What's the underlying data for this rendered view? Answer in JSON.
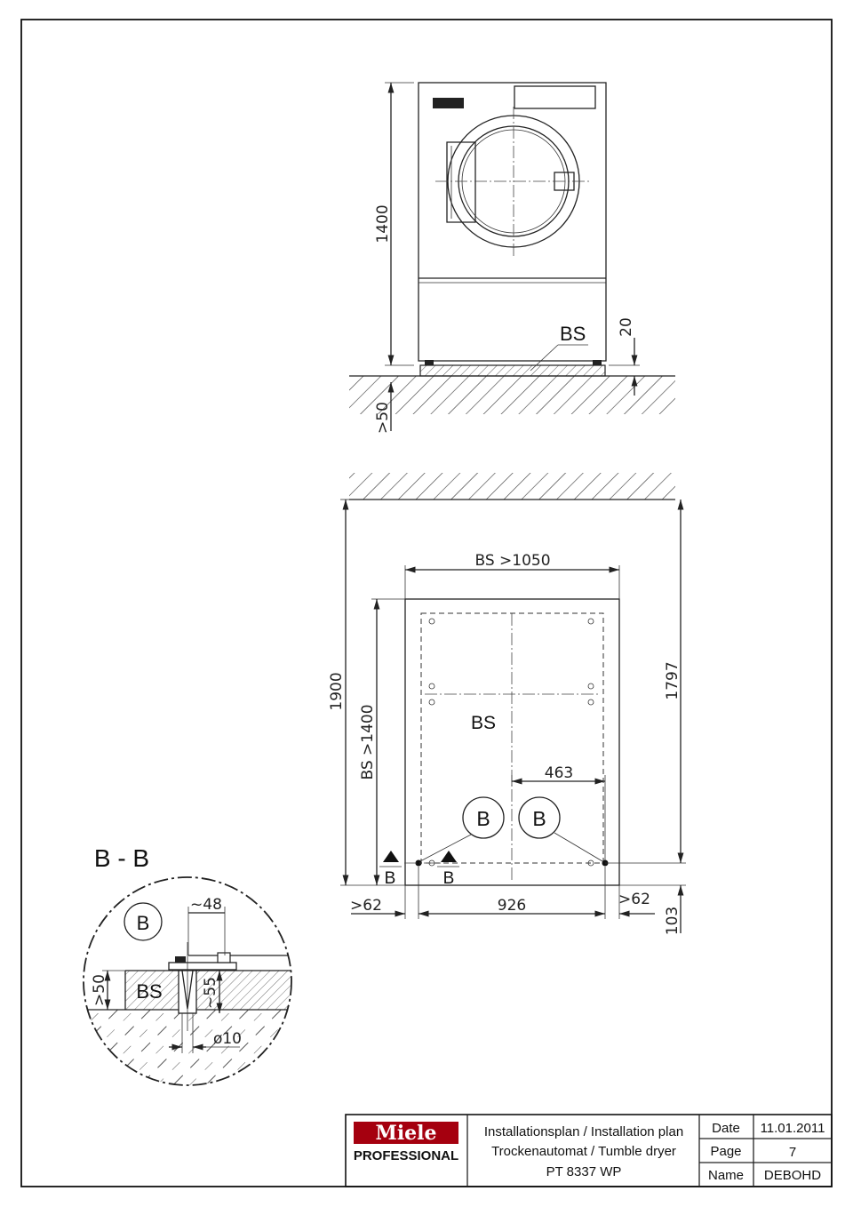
{
  "logo": {
    "brand": "Miele",
    "sub": "PROFESSIONAL"
  },
  "title_block": {
    "line1": "Installationsplan / Installation plan",
    "line2": "Trockenautomat / Tumble dryer",
    "line3": "PT 8337 WP",
    "date_label": "Date",
    "date_value": "11.01.2011",
    "page_label": "Page",
    "page_value": "7",
    "name_label": "Name",
    "name_value": "DEBOHD"
  },
  "front_view": {
    "height_dim": "1400",
    "base_label": "BS",
    "base_height_dim": "20",
    "floor_dim": ">50"
  },
  "plan_view": {
    "overall_depth": "1900",
    "base_depth": "BS >1400",
    "base_width": "BS >1050",
    "base_label": "BS",
    "right_depth": "1797",
    "anchor_spacing": "463",
    "width_dim": "926",
    "left_clearance": ">62",
    "right_clearance": ">62",
    "front_offset": "103",
    "detail_marker_left": "B",
    "detail_marker_right": "B",
    "section_arrow_left": "B",
    "section_arrow_right": "B"
  },
  "section_bb": {
    "title": "B - B",
    "marker": "B",
    "dim_48": "~48",
    "dim_55": "~55",
    "dim_50": ">50",
    "base_label": "BS",
    "dia": "ø10"
  }
}
